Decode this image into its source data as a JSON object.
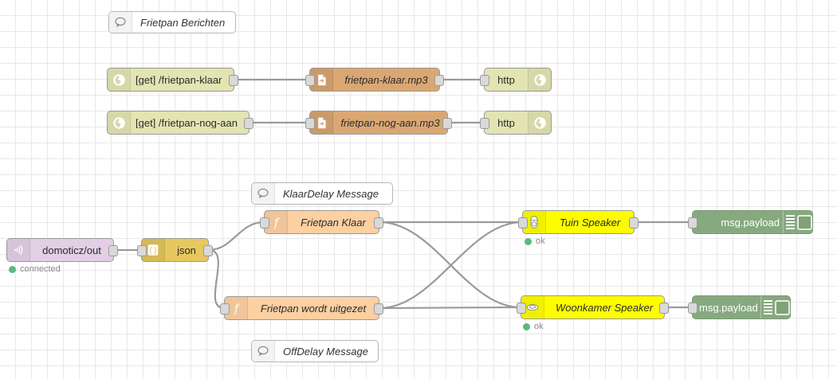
{
  "app": {
    "name": "Node-RED flow editor canvas"
  },
  "nodes": {
    "comment_top": {
      "label": "Frietpan Berichten",
      "icon": "comment-icon"
    },
    "comment_klaar": {
      "label": "KlaarDelay Message",
      "icon": "comment-icon"
    },
    "comment_off": {
      "label": "OffDelay Message",
      "icon": "comment-icon"
    },
    "http_in_klaar": {
      "label": "[get] /frietpan-klaar",
      "icon": "globe-icon"
    },
    "http_in_nogaan": {
      "label": "[get] /frietpan-nog-aan",
      "icon": "globe-icon"
    },
    "file_klaar": {
      "label": "frietpan-klaar.mp3",
      "icon": "file-out-icon"
    },
    "file_nogaan": {
      "label": "frietpan-nog-aan.mp3",
      "icon": "file-out-icon"
    },
    "http_res_1": {
      "label": "http",
      "icon": "globe-icon"
    },
    "http_res_2": {
      "label": "http",
      "icon": "globe-icon"
    },
    "mqtt_in": {
      "label": "domoticz/out",
      "icon": "mqtt-signal-icon",
      "status": "connected",
      "status_color": "#5bb97f"
    },
    "json": {
      "label": "json",
      "icon": "braces-icon"
    },
    "func_klaar": {
      "label": "Frietpan Klaar",
      "icon": "function-f-icon"
    },
    "func_uitgezet": {
      "label": "Frietpan wordt uitgezet",
      "icon": "function-f-icon"
    },
    "sonos_tuin": {
      "label": "Tuin Speaker",
      "icon": "speaker-icon",
      "status": "ok",
      "status_color": "#5bb97f"
    },
    "sonos_woonkamer": {
      "label": "Woonkamer Speaker",
      "icon": "speaker-flat-icon",
      "status": "ok",
      "status_color": "#5bb97f"
    },
    "debug_1": {
      "label": "msg.payload",
      "icon": "debug-bars-icon",
      "toggle": "debug-toggle-button"
    },
    "debug_2": {
      "label": "msg.payload",
      "icon": "debug-bars-icon",
      "toggle": "debug-toggle-button"
    }
  },
  "colors": {
    "canvas_background": "#ffffff",
    "grid_line": "#e8e8e8",
    "wire": "#9a9a9a",
    "mqtt_node": "#e2cfe5",
    "json_node": "#e7c85f",
    "function_node": "#fdd0a2",
    "http_node": "#e2e4b2",
    "file_node": "#daa773",
    "sonos_node": "#fdfd00",
    "debug_node": "#87a980",
    "status_green": "#5bb97f"
  }
}
